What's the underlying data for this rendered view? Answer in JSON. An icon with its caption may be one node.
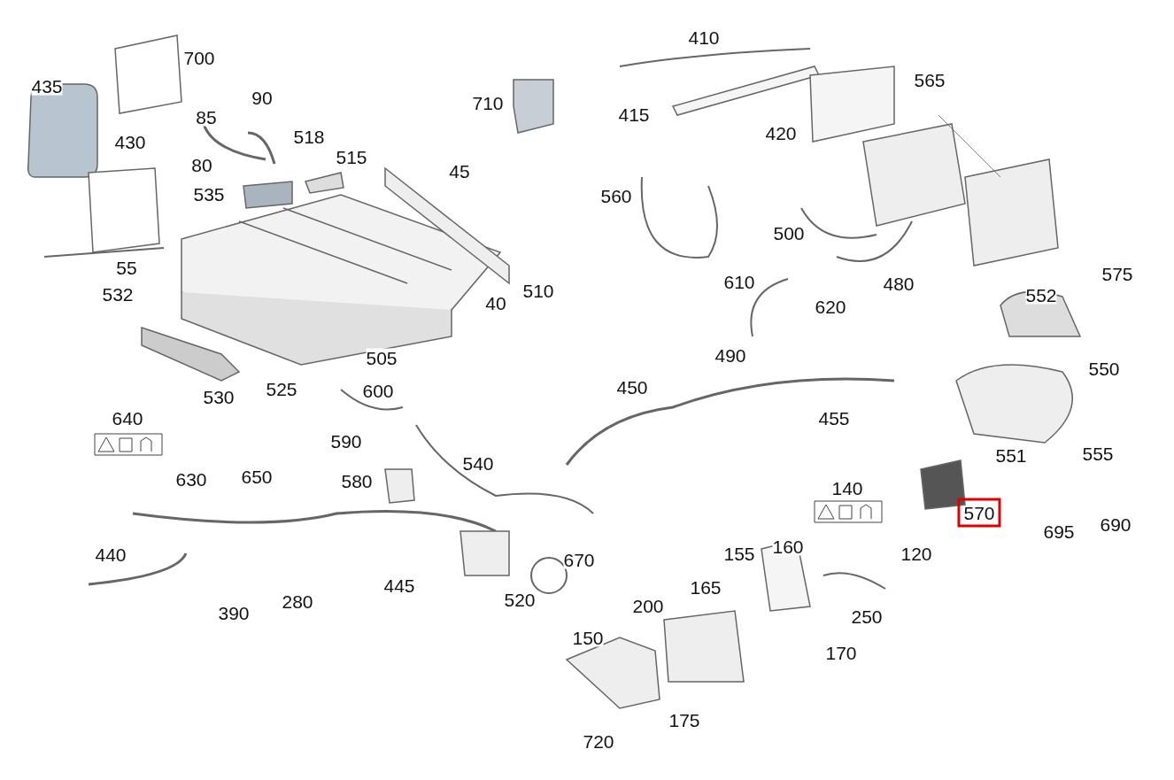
{
  "diagram": {
    "nodes": [
      {
        "text": [
          "570"
        ]
      }
    ],
    "edges": [],
    "labels": [
      "410",
      "700",
      "435",
      "90",
      "710",
      "565",
      "415",
      "85",
      "430",
      "518",
      "420",
      "515",
      "80",
      "45",
      "535",
      "560",
      "500",
      "55",
      "510",
      "575",
      "610",
      "480",
      "532",
      "552",
      "620",
      "40",
      "505",
      "490",
      "550",
      "450",
      "525",
      "600",
      "530",
      "455",
      "640",
      "590",
      "555",
      "551",
      "540",
      "630",
      "650",
      "580",
      "140",
      "695",
      "690",
      "670",
      "155",
      "160",
      "120",
      "440",
      "445",
      "200",
      "165",
      "520",
      "250",
      "390",
      "280",
      "170",
      "150",
      "175",
      "720"
    ]
  }
}
